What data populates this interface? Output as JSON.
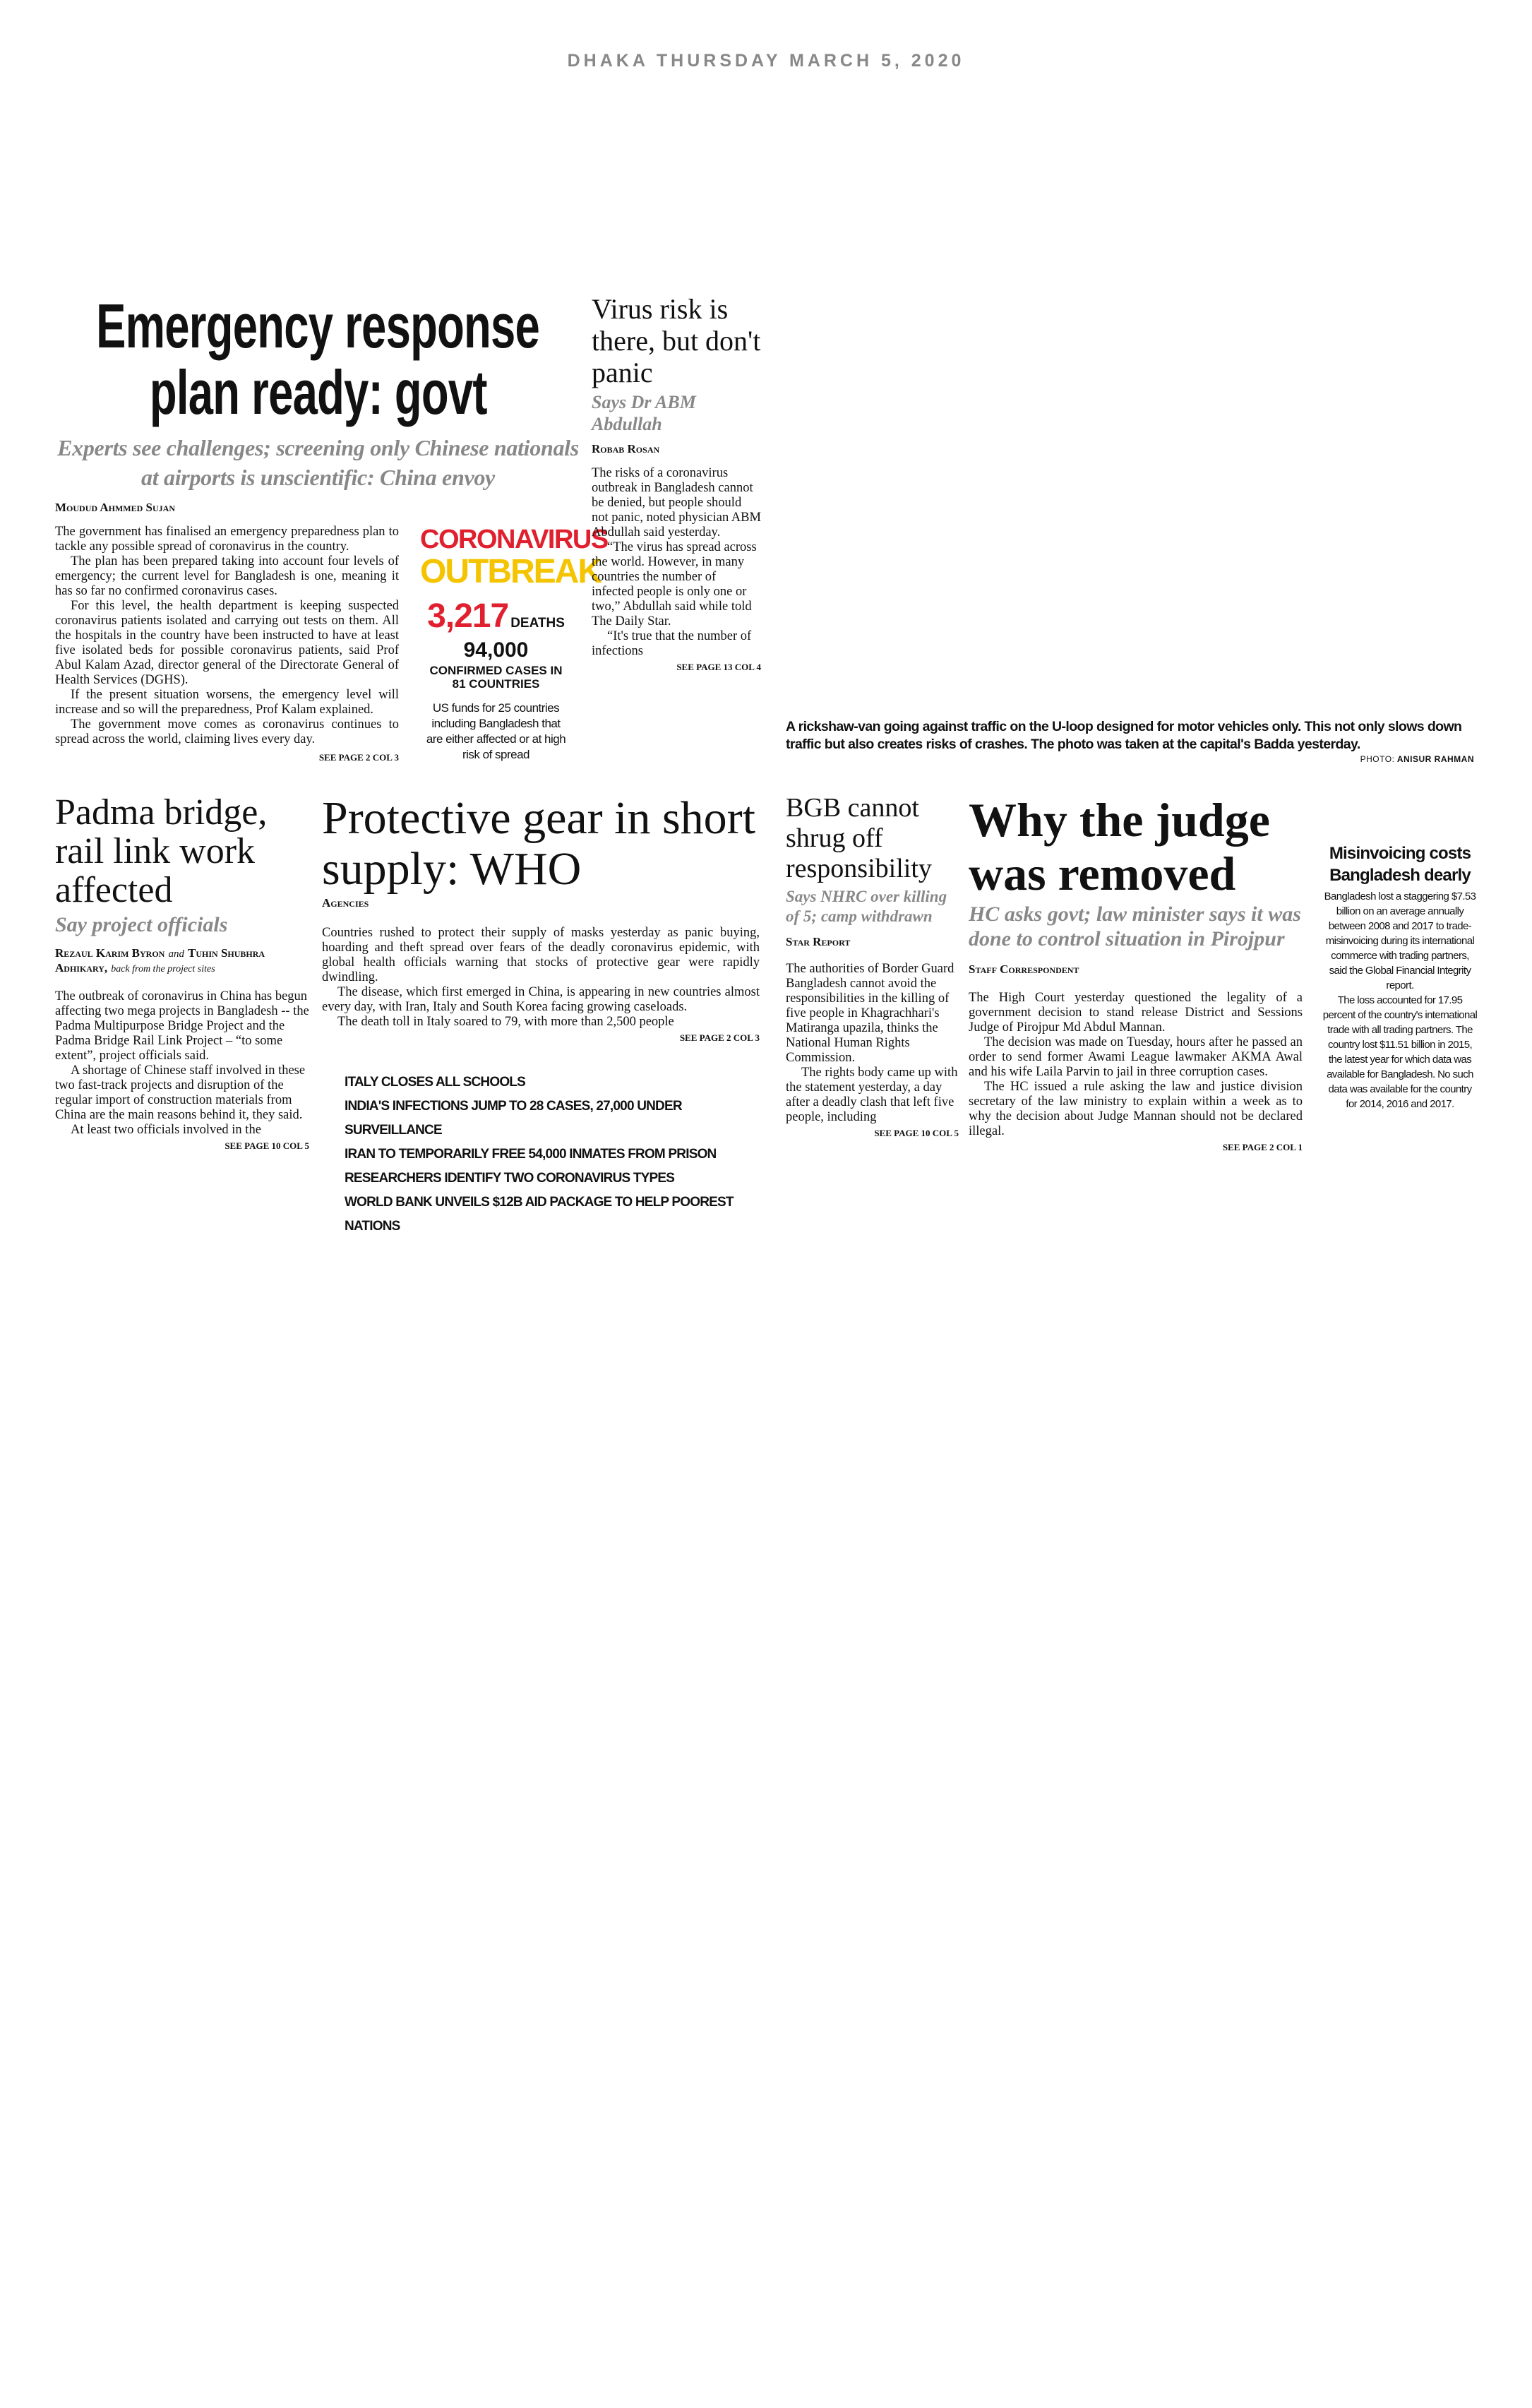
{
  "dateline": "DHAKA THURSDAY MARCH 5, 2020",
  "lead": {
    "headline": [
      "Emergency response",
      "plan ready: govt"
    ],
    "subhead": "Experts see challenges; screening only Chinese nationals at airports is unscientific: China envoy",
    "byline": "Moudud Ahmmed Sujan",
    "paragraphs": [
      "The government has finalised an emergency preparedness plan to tackle any possible spread of coronavirus in the country.",
      "The plan has been prepared taking into account four levels of emergency; the current level for Bangladesh is one, meaning it has so far no confirmed coronavirus cases.",
      "For this level, the health department is keeping suspected coronavirus patients isolated and carrying out tests on them. All the hospitals in the country have been instructed to have at least five isolated beds for possible coronavirus patients, said Prof Abul Kalam Azad, director general of the Directorate General of Health Services (DGHS).",
      "If the present situation worsens, the emergency level will increase and so will the preparedness, Prof Kalam explained.",
      "The government move comes as coronavirus continues to spread across the world, claiming lives every day."
    ],
    "see": "SEE PAGE 2 COL 3"
  },
  "outbreak_box": {
    "title1": "CORONAVIRUS",
    "title2": "OUTBREAK",
    "deaths_num": "3,217",
    "deaths_label": "DEATHS",
    "cases_num": "94,000",
    "cases_label": "CONFIRMED CASES IN 81 COUNTRIES",
    "note": "US funds for 25 countries including Bangladesh that are either affected or at high risk of spread",
    "colors": {
      "red": "#e0202e",
      "yellow": "#f5c400"
    }
  },
  "virus_risk": {
    "headline": "Virus risk is there, but don't panic",
    "subhead": "Says Dr ABM Abdullah",
    "byline": "Robab Rosan",
    "paragraphs": [
      "The risks of a coronavirus outbreak in Bangladesh cannot be denied, but people should not panic, noted physician ABM Abdullah said yesterday.",
      "“The virus has spread across the world. However, in many countries the number of infected people is only one or two,” Abdullah said while told The Daily Star.",
      "“It's true that the number of infections"
    ],
    "see": "SEE PAGE 13 COL 4"
  },
  "photo": {
    "caption": "A rickshaw-van going against traffic on the U-loop designed for motor vehicles only. This not only slows down traffic but also creates risks of crashes. The photo was taken at the capital's Badda yesterday.",
    "credit_label": "PHOTO:",
    "credit_name": "ANISUR RAHMAN"
  },
  "padma": {
    "headline": "Padma bridge, rail link work affected",
    "subhead": "Say project officials",
    "byline": "Rezaul Karim Byron",
    "byline_and": "and",
    "byline2": "Tuhin Shubhra Adhikary,",
    "byline_note": "back from the project sites",
    "paragraphs": [
      "The outbreak of coronavirus in China has begun affecting two mega projects in Bangladesh -- the Padma Multipurpose Bridge Project and the Padma Bridge Rail Link Project – “to some extent”, project officials said.",
      "A shortage of Chinese staff involved in these two fast-track projects and disruption of the regular import of construction materials from China are the main reasons behind it, they said.",
      "At least two officials involved in the"
    ],
    "see": "SEE PAGE 10 COL 5"
  },
  "protective": {
    "headline": "Protective gear in short supply: WHO",
    "byline": "Agencies",
    "paragraphs": [
      "Countries rushed to protect their supply of masks yesterday as panic buying, hoarding and theft spread over fears of the deadly coronavirus epidemic, with global health officials warning that stocks of protective gear were rapidly dwindling.",
      "The disease, which first emerged in China, is appearing in new countries almost every day, with Iran, Italy and South Korea facing growing caseloads.",
      "The death toll in Italy soared to 79, with more than 2,500 people"
    ],
    "see": "SEE PAGE 2 COL 3",
    "briefs": [
      "ITALY CLOSES ALL SCHOOLS",
      "INDIA'S INFECTIONS JUMP TO 28 CASES, 27,000 UNDER SURVEILLANCE",
      "IRAN TO TEMPORARILY FREE 54,000 INMATES FROM PRISON",
      "RESEARCHERS IDENTIFY TWO CORONAVIRUS TYPES",
      "WORLD BANK UNVEILS $12B AID PACKAGE TO HELP POOREST NATIONS"
    ]
  },
  "bgb": {
    "headline": "BGB cannot shrug off responsibility",
    "subhead": "Says NHRC over killing of 5; camp withdrawn",
    "byline": "Star Report",
    "paragraphs": [
      "The authorities of Border Guard Bangladesh cannot avoid the responsibilities in the killing of five people in Khagrachhari's Matiranga upazila, thinks the National Human Rights Commission.",
      "The rights body came up with the statement yesterday, a day after a deadly clash that left five people, including"
    ],
    "see": "SEE PAGE 10 COL 5"
  },
  "judge": {
    "headline": "Why the judge was removed",
    "subhead": "HC asks govt; law minister says it was done to control situation in Pirojpur",
    "byline": "Staff Correspondent",
    "paragraphs": [
      "The High Court yesterday questioned the legality of a government decision to stand release District and Sessions Judge of Pirojpur Md Abdul Mannan.",
      "The decision was made on Tuesday, hours after he passed an order to send former Awami League lawmaker AKMA Awal and his wife Laila Parvin to jail in three corruption cases.",
      "The HC issued a rule asking the law and justice division secretary of the law ministry to explain within a week as to why the decision about Judge Mannan should not be declared illegal."
    ],
    "see": "SEE PAGE 2 COL 1"
  },
  "misinvoicing": {
    "headline": "Misinvoicing costs Bangladesh dearly",
    "paragraphs": [
      "Bangladesh lost a staggering $7.53 billion on an average annually between 2008 and 2017 to trade-misinvoicing during its international commerce with trading partners, said the Global Financial Integrity report.",
      "The loss accounted for 17.95 percent of the country's international trade with all trading partners. The country lost $11.51 billion in 2015, the latest year for which data was available for Bangladesh. No such data was available for the country for 2014, 2016 and 2017."
    ]
  }
}
